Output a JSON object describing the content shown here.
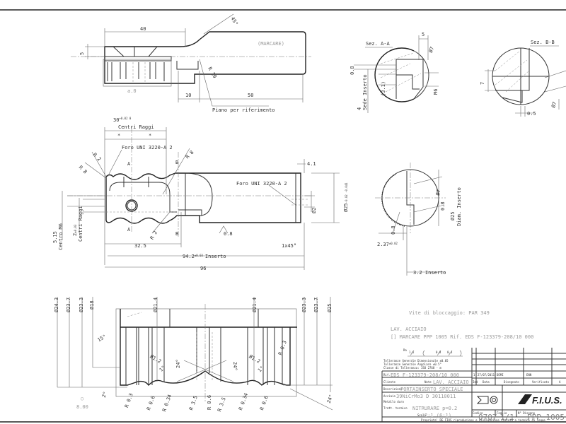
{
  "top_view": {
    "dim_40": "40",
    "dim_5": "5",
    "angle_45": "45°",
    "marcare": "(MARCARE)",
    "radius_10": "R 10",
    "dim_10": "10",
    "dim_50": "50",
    "ref_plane": "Piano per riferimento",
    "a_label": "a.0"
  },
  "side_view": {
    "centri_tol": "30",
    "centri_tol_sup": "+0.02 0",
    "centri_label": "Centri Raggi",
    "star_1": "*",
    "star_2": "*",
    "foro_left": "Foro UNI 3220-A 2",
    "foro_right": "Foro UNI 3220-A 2",
    "r2_top": "R 2",
    "r8_left": "R 8",
    "r8_right": "R 8",
    "r2_bottom": "R 2",
    "section_a_top": "A",
    "section_a_bottom": "A",
    "section_b_top": "B",
    "section_b_bottom": "B",
    "dim_4_1": "4.1",
    "dim_phi2": "Ø2",
    "dim_phi25": "Ø25",
    "dim_phi25_tol": "-0.02 -0.041",
    "roughness": "0.8",
    "chamfer": "1x45°",
    "dim_32_5": "32.5",
    "dim_94_2": "94.2",
    "dim_94_2_tol": "±0.03",
    "dim_94_2_label": "Inserto",
    "dim_96": "96",
    "centro_m6_value": "5.15",
    "centro_m6_label": "Centro M6",
    "centri_raggi_value": "2",
    "centri_raggi_tol": "±0.03",
    "centri_raggi_label": "Centri Raggi"
  },
  "section_aa": {
    "title": "Sez. A-A",
    "dim_5": "5",
    "dim_phi7": "Ø7",
    "dim_0_8": "0.8",
    "dim_3_1": "(3.1)",
    "sede_value": "4",
    "sede_label": "Sede Inserto",
    "dim_m6": "M6"
  },
  "section_bb": {
    "title": "Sez. B-B",
    "dim_7": "7",
    "dim_0_5": "0.5",
    "dim_phi7": "Ø7"
  },
  "end_view": {
    "dim_phi7": "Ø7",
    "dim_0_8_a": "0.8",
    "dim_phi25": "Ø25",
    "dim_phi25_label": "Diam. Inserto",
    "dim_0_8_b": "0.8",
    "dim_2_37": "2.37",
    "dim_2_37_tol": "±0.02",
    "dim_3_2": "3.2 Inserto"
  },
  "bottom_view": {
    "diameters_left": [
      "Ø24.3",
      "Ø23.7",
      "Ø23.3",
      "Ø18",
      "Ø21.4"
    ],
    "diameters_right": [
      "Ø21.4",
      "Ø23.3",
      "Ø23.7",
      "Ø25"
    ],
    "angle_15": "15°",
    "angle_24_a": "24°",
    "angle_24_b": "24°",
    "angle_24_c": "24°",
    "angle_2": "2°",
    "phi_1_left": "Ø1.2",
    "phi_1_right": "Ø1.2",
    "angle_1_left": "1°",
    "angle_1_right": "1°",
    "radii": [
      "R 0.3",
      "R 0.6",
      "R 0.34",
      "R 3.5",
      "R 0.6",
      "R 3.5",
      "R 0.34",
      "R 0.6",
      "R 0.3"
    ],
    "stamp_symbol": "○",
    "stamp_value": "8.00"
  },
  "notes": {
    "screw": "Vite di bloccaggio: PAR 349",
    "material": "LAV. ACCIAIO",
    "marking": "[] MARCARE  PPP 1005 Rif. EDS F-123379-208/10 000",
    "roughness_prefix": "Ra",
    "roughness_values": [
      "1.6",
      "0.8",
      "0.4"
    ],
    "tolerances": [
      "Tolleranze Generale Dimensionale ±0.05",
      "Tolleranze Generale Angolare ±0.5°",
      "Classe di Tolleranza: ISO 2768 - m"
    ]
  },
  "title_block": {
    "rif_label": "Rif.",
    "rif_value": "EDS F-123379-208/10 000",
    "cliente_label": "Cliente",
    "note_label": "Note",
    "note_value": "LAV. ACCIAIO",
    "descrizione_label": "Descrizione",
    "descrizione_value": "PORTAINSERTO SPECIALE",
    "acciaio_label": "Acciaio",
    "acciaio_value": "39NiCrMo3 D 30110011",
    "metallo_label": "Metallo duro",
    "tratt_label": "Tratt. termico",
    "tratt_value": "NITRURARE p=0.2",
    "scala_label": "Scala",
    "scala_value": "2:1 (6:1)",
    "revision_row": [
      "1",
      "27/07/2011",
      "DEMI",
      "",
      "ENN"
    ],
    "headers": [
      "Ind",
      "Data",
      "Disegnato",
      "Verificato",
      "A"
    ],
    "logo": "F.I.U.S.",
    "codice_label": "Codice",
    "codice_value": "0707",
    "foglio_label": "Foglio",
    "foglio_value": "1/1",
    "disegno_label": "N° Disegno",
    "disegno_value": "PPP 1005",
    "footer": "Proprieta' DE.FIUS riproduzione e divulgazione vietata a termini di legge"
  }
}
